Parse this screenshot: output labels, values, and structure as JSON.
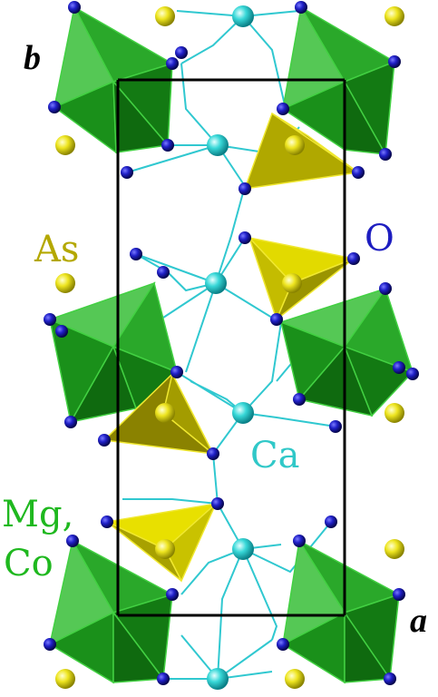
{
  "labels": {
    "axis_b": "b",
    "axis_a": "a",
    "arsenic": "As",
    "oxygen": "O",
    "calcium": "Ca",
    "magnesium_cobalt_line1": "Mg,",
    "magnesium_cobalt_line2": "Co"
  },
  "colors": {
    "octahedron": "#1fa31f",
    "tetrahedron": "#b5b000",
    "oxygen": "#10109c",
    "calcium": "#30d8d8",
    "arsenic_atom": "#e8e020",
    "label_arsenic": "#b4a800",
    "label_oxygen": "#1d1dc0",
    "label_calcium": "#30c8c8",
    "label_mgco": "#1fb81f",
    "bond": "#30c8d0",
    "unit_cell": "#000000"
  }
}
